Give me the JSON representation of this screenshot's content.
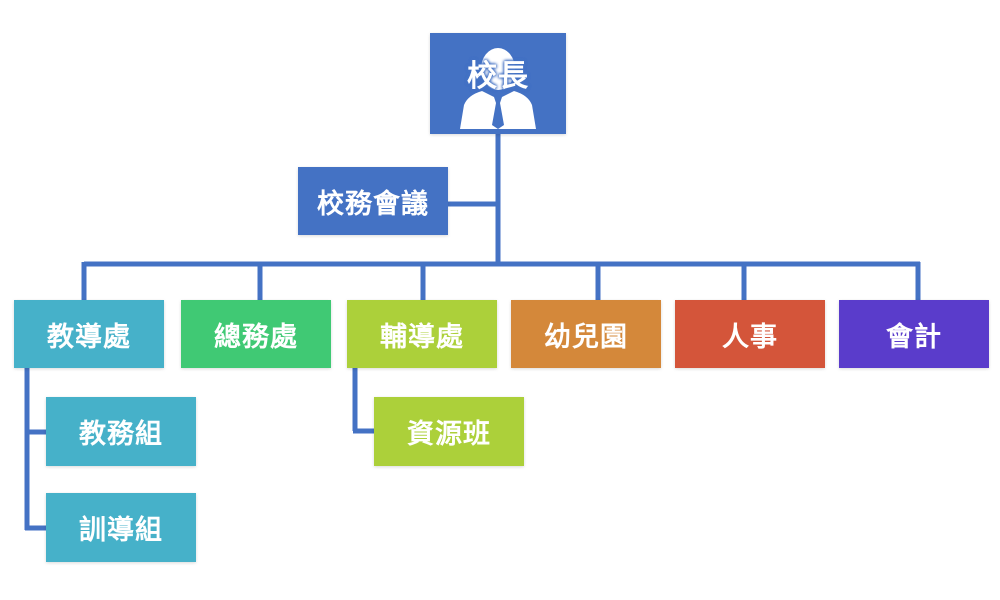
{
  "principal": {
    "label": "校長",
    "icon": "person-icon",
    "color": "#4472c4"
  },
  "council": {
    "label": "校務會議",
    "color": "#4472c4"
  },
  "line_color": "#4472c4",
  "departments": [
    {
      "label": "教導處",
      "color": "#46b1c9",
      "children": [
        {
          "label": "教務組"
        },
        {
          "label": "訓導組"
        }
      ]
    },
    {
      "label": "總務處",
      "color": "#40c974"
    },
    {
      "label": "輔導處",
      "color": "#acd03a",
      "children": [
        {
          "label": "資源班"
        }
      ]
    },
    {
      "label": "幼兒園",
      "color": "#d4883a"
    },
    {
      "label": "人事",
      "color": "#d4553a"
    },
    {
      "label": "會計",
      "color": "#5a3ccb"
    }
  ]
}
